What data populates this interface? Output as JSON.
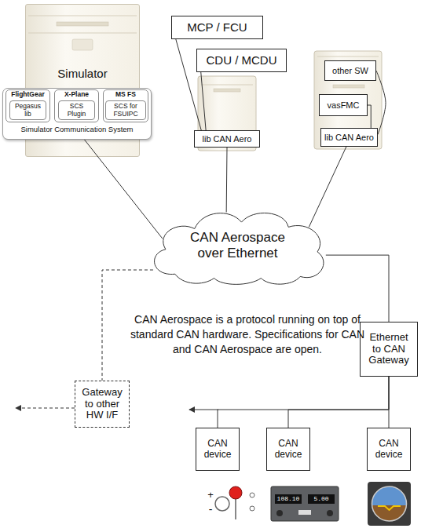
{
  "diagram": {
    "nodes": [
      {
        "text": [
          "Simulator"
        ]
      },
      {
        "text": [
          "Simulator Communication System"
        ],
        "in": 0
      },
      {
        "text": [
          "FlightGear"
        ],
        "in": 1
      },
      {
        "text": [
          "Pegasus lib"
        ],
        "in": 2
      },
      {
        "text": [
          "X-Plane"
        ],
        "in": 1
      },
      {
        "text": [
          "SCS Plugin"
        ],
        "in": 4
      },
      {
        "text": [
          "MS FS"
        ],
        "in": 1
      },
      {
        "text": [
          "SCS for FSUIPC"
        ],
        "in": 6
      },
      {
        "text": [
          "MCP / FCU"
        ]
      },
      {
        "text": [
          "CDU / MCDU"
        ]
      },
      {
        "text": [
          "lib CAN Aero"
        ]
      },
      {
        "text": [
          "other SW"
        ]
      },
      {
        "text": [
          "vasFMC"
        ]
      },
      {
        "text": [
          "lib CAN Aero"
        ]
      },
      {
        "text": [
          "CAN Aerospace over Ethernet"
        ]
      },
      {
        "text": [
          "Ethernet to CAN Gateway"
        ]
      },
      {
        "text": [
          "Gateway to other HW I/F"
        ]
      },
      {
        "text": [
          "CAN device"
        ]
      },
      {
        "text": [
          "CAN device"
        ]
      },
      {
        "text": [
          "CAN device"
        ]
      }
    ],
    "edges": [
      {
        "from": 1,
        "to": 14,
        "arrow": "none"
      },
      {
        "from": 8,
        "to": 10,
        "arrow": "none"
      },
      {
        "from": 9,
        "to": 10,
        "arrow": "none"
      },
      {
        "from": 10,
        "to": 14,
        "arrow": "none"
      },
      {
        "from": 11,
        "to": 13,
        "arrow": "none"
      },
      {
        "from": 12,
        "to": 13,
        "arrow": "none"
      },
      {
        "from": 13,
        "to": 14,
        "arrow": "none"
      },
      {
        "from": 14,
        "to": 15,
        "arrow": "none"
      },
      {
        "from": 14,
        "to": 16,
        "arrow": "none"
      },
      {
        "from": 15,
        "to": 17,
        "arrow": "none"
      },
      {
        "from": 15,
        "to": 18,
        "arrow": "none"
      },
      {
        "from": 15,
        "to": 19,
        "arrow": "none"
      }
    ],
    "labels": [
      "CAN Aerospace is a protocol running on top of standard CAN hardware. Specifications for CAN and CAN Aerospace are open.",
      "+",
      "-",
      "108.10",
      "5.00"
    ]
  }
}
